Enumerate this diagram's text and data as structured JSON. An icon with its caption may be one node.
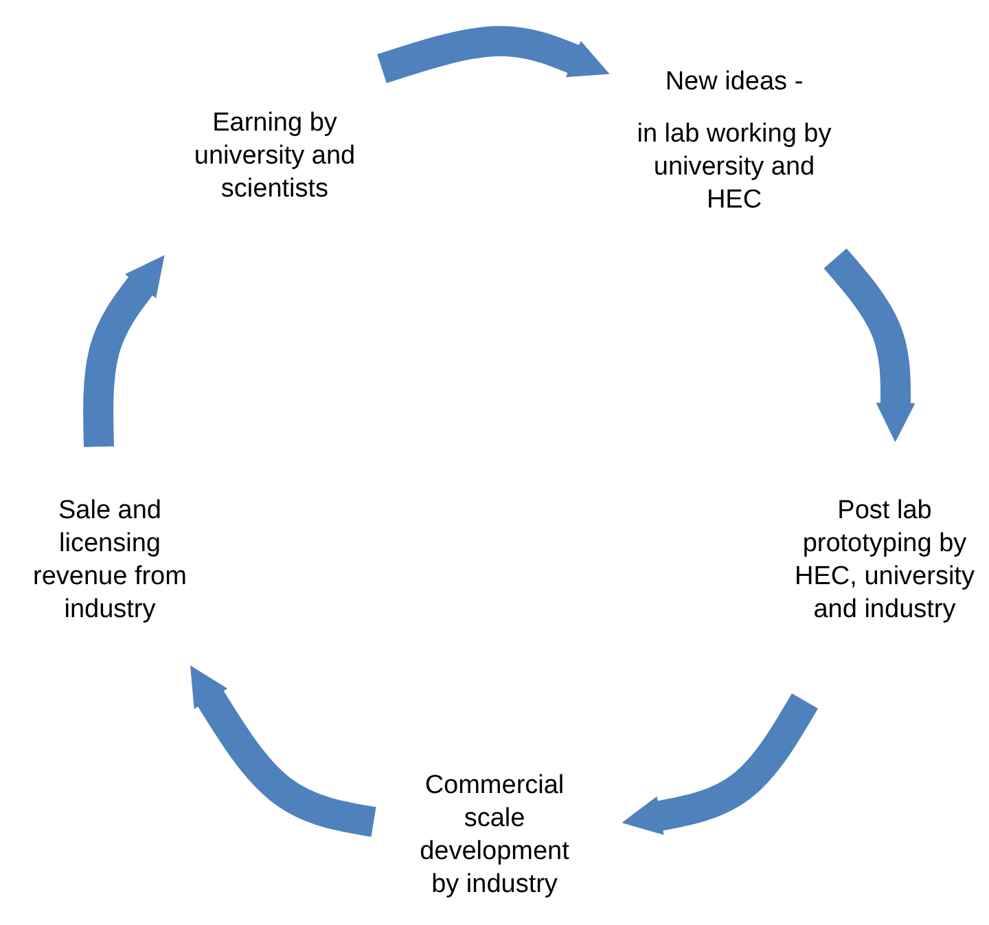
{
  "diagram": {
    "nodes": [
      {
        "text": [
          "Earning by university and scientists"
        ]
      },
      {
        "text": [
          "New ideas -",
          "in lab working by university and HEC"
        ]
      },
      {
        "text": [
          "Post lab prototyping by HEC, university and industry"
        ]
      },
      {
        "text": [
          "Commercial scale development by industry"
        ]
      },
      {
        "text": [
          "Sale and licensing revenue from industry"
        ]
      }
    ],
    "edges": [
      {
        "from": 0,
        "to": 1,
        "arrow": "to"
      },
      {
        "from": 1,
        "to": 2,
        "arrow": "to"
      },
      {
        "from": 2,
        "to": 3,
        "arrow": "to"
      },
      {
        "from": 3,
        "to": 4,
        "arrow": "to"
      },
      {
        "from": 4,
        "to": 0,
        "arrow": "to"
      }
    ]
  }
}
